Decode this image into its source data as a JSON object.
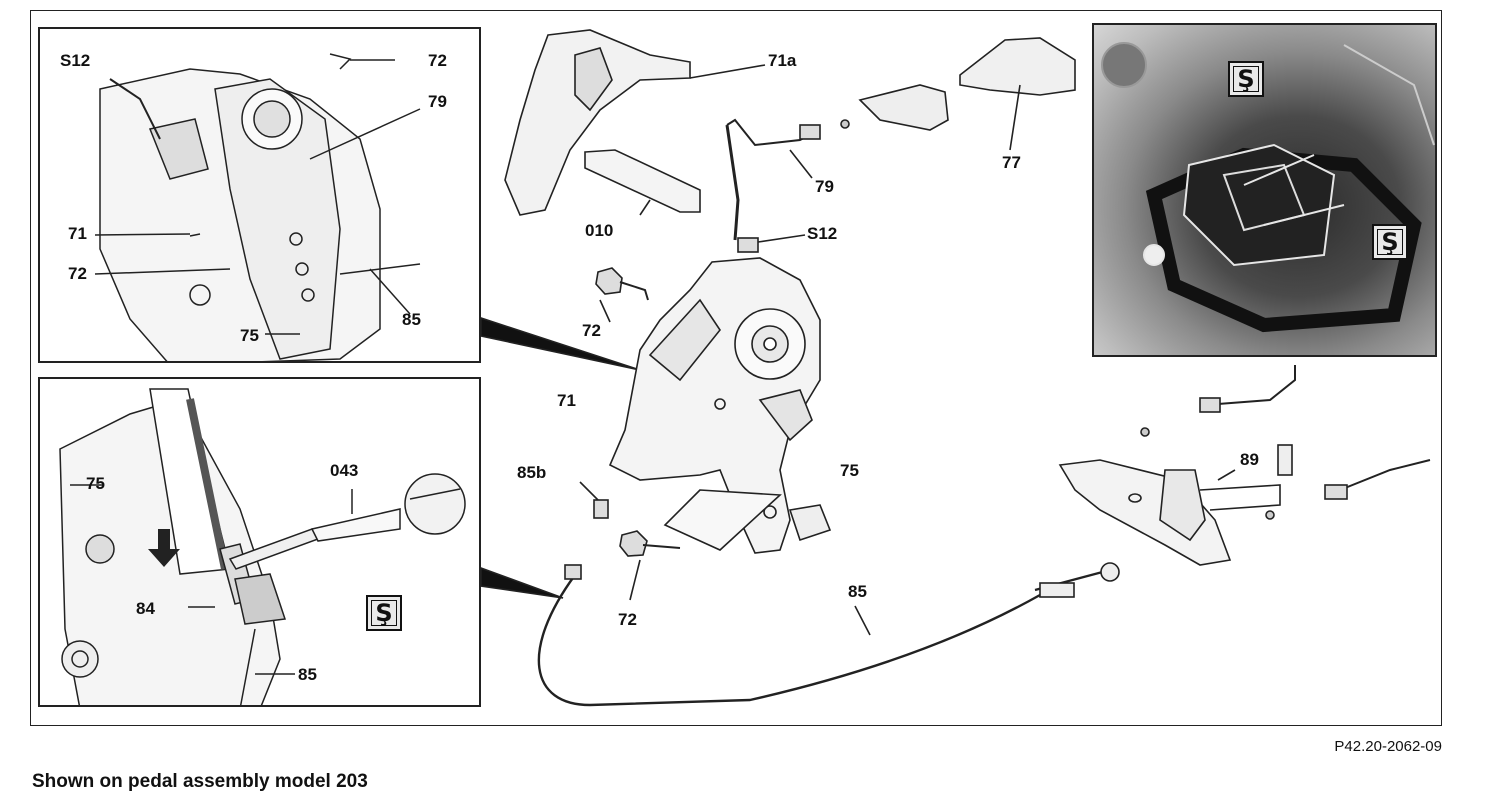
{
  "figure_code": "P42.20-2062-09",
  "caption": "Shown on pedal assembly model 203",
  "inset_top_left": {
    "labels": {
      "s12": "S12",
      "p72a": "72",
      "p79": "79",
      "p71": "71",
      "p72b": "72",
      "p85": "85",
      "p75": "75"
    }
  },
  "inset_bottom_left": {
    "labels": {
      "p75": "75",
      "p043": "043",
      "p84": "84",
      "p85": "85"
    },
    "symbol": "Ş"
  },
  "main": {
    "labels": {
      "p71a": "71a",
      "p77": "77",
      "p79": "79",
      "p010": "010",
      "s12": "S12",
      "p72a": "72",
      "p71": "71",
      "p75": "75",
      "p85b": "85b",
      "p72b": "72",
      "p85": "85",
      "p89": "89"
    }
  },
  "photo": {
    "symbol_top": "Ş",
    "symbol_right": "Ş"
  }
}
